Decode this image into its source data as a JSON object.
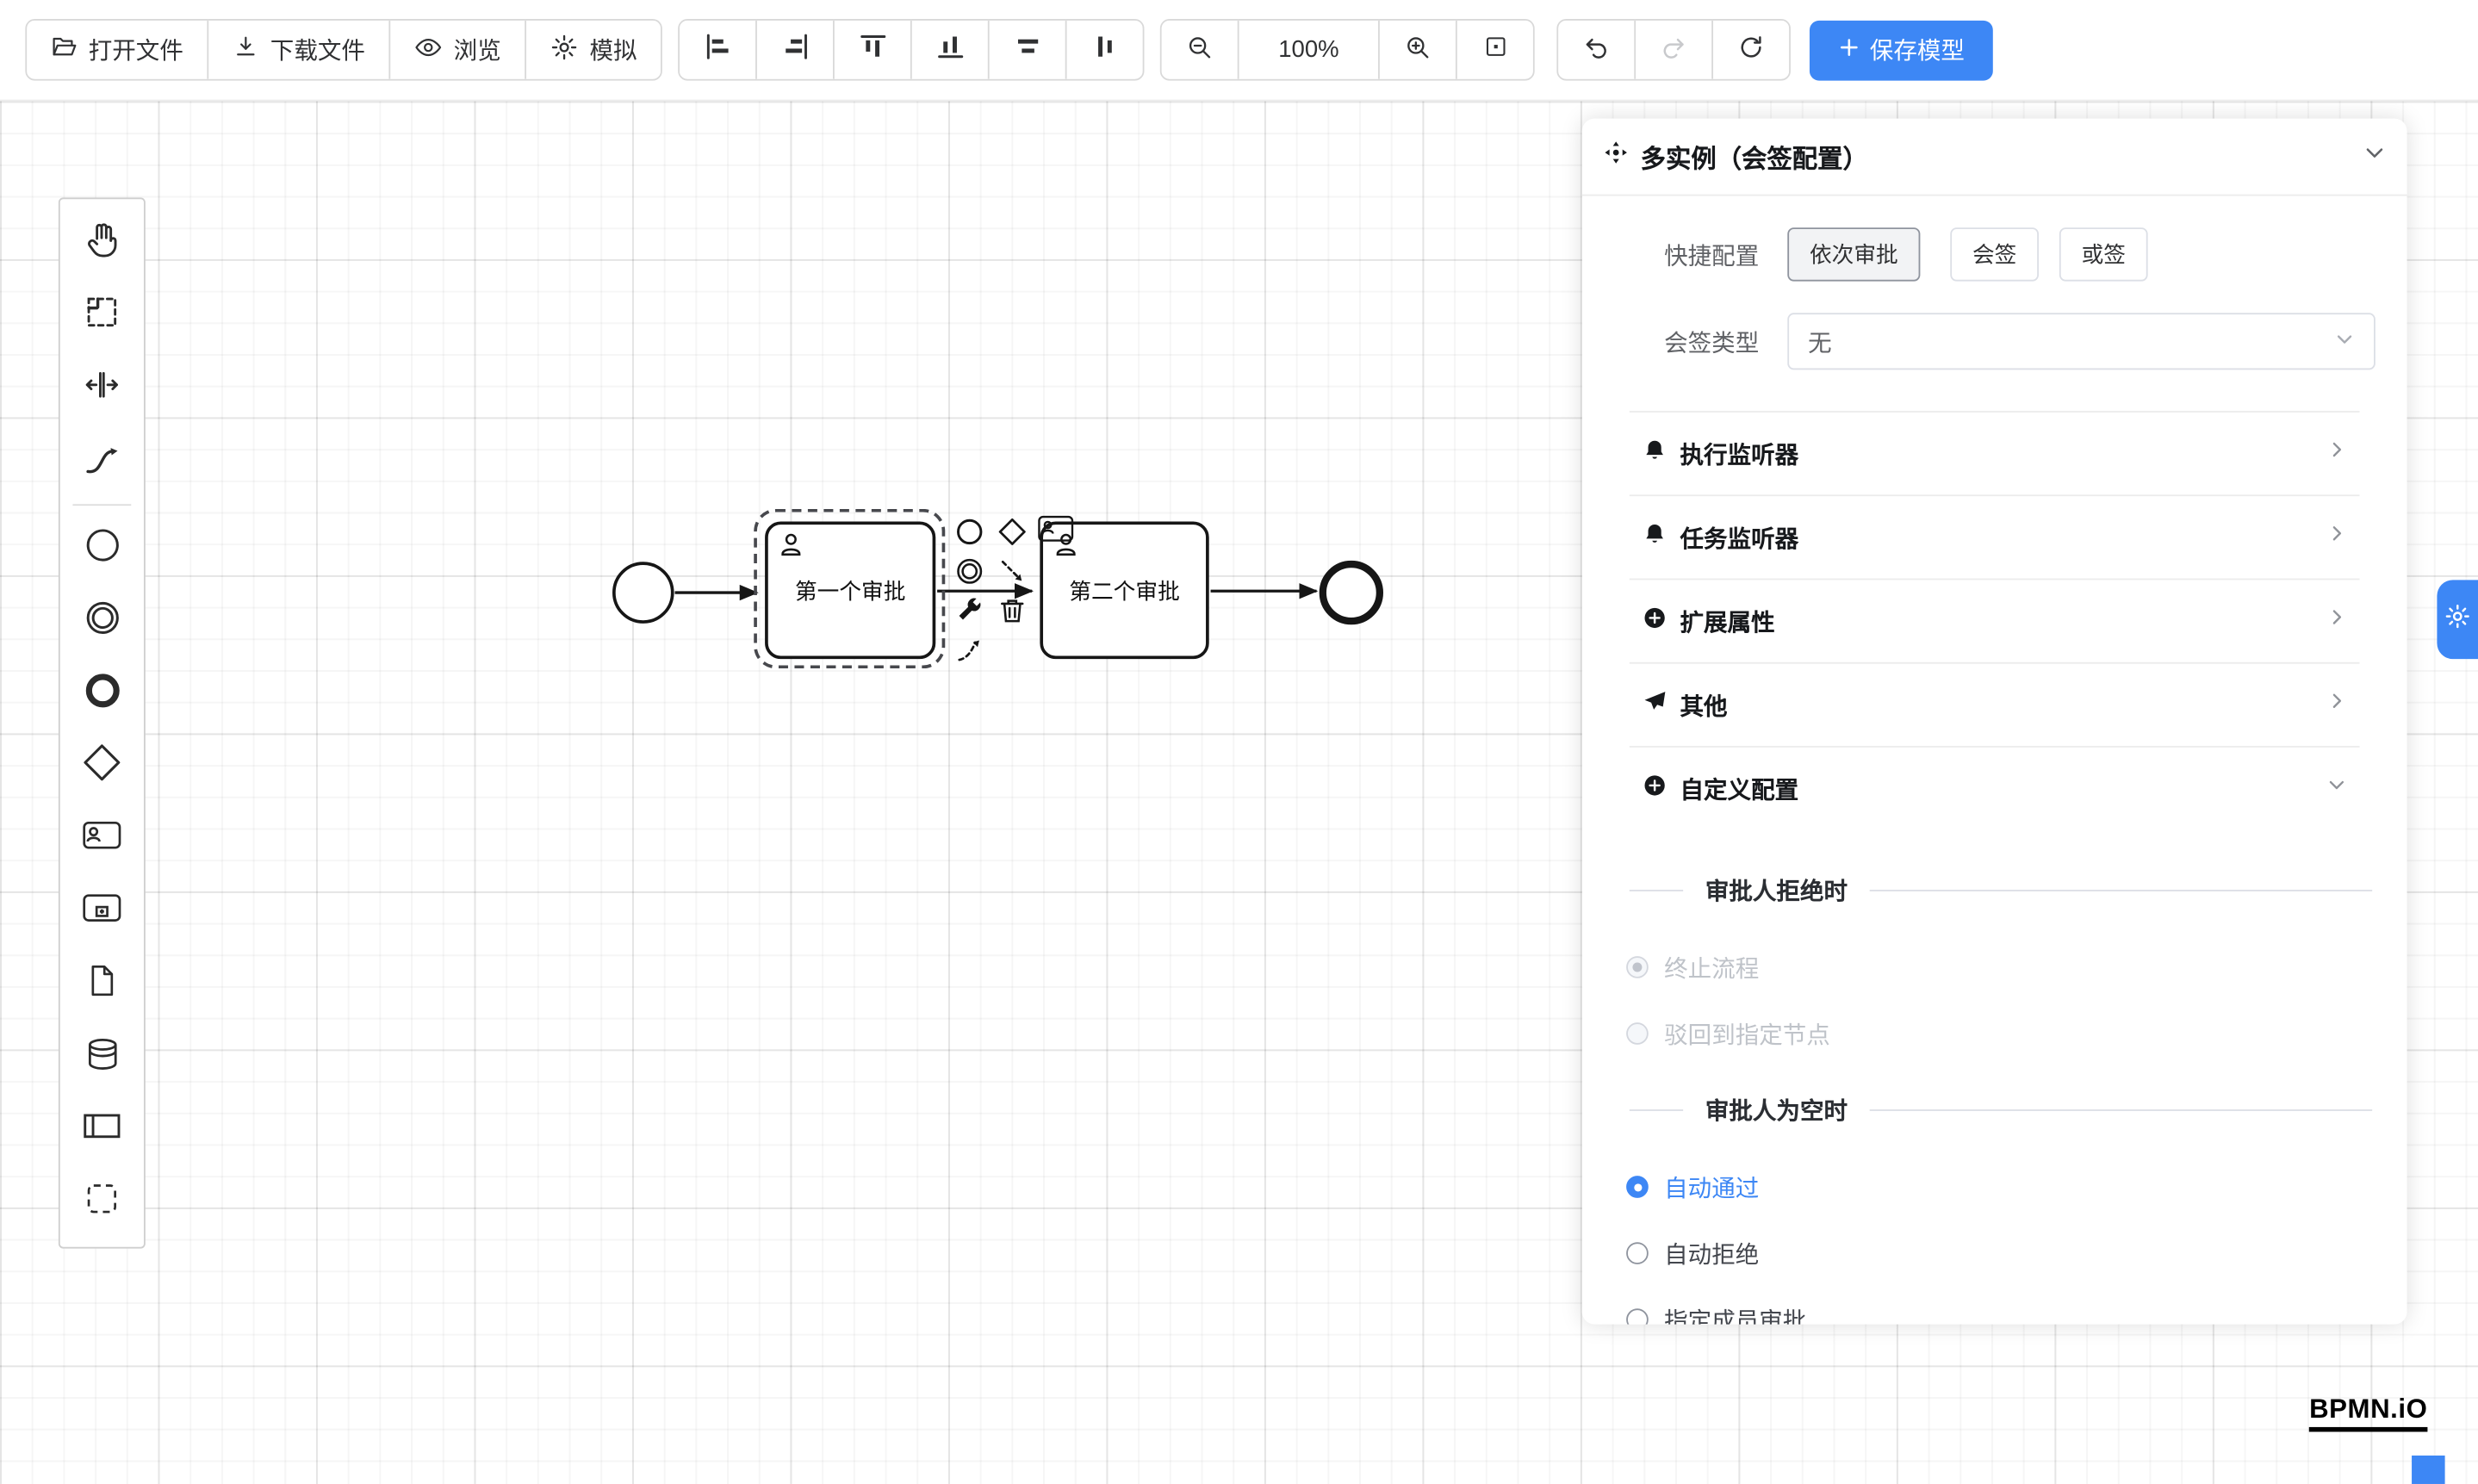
{
  "toolbar": {
    "open": "打开文件",
    "download": "下载文件",
    "preview": "浏览",
    "simulate": "模拟",
    "zoom_level": "100%",
    "save": "保存模型"
  },
  "diagram": {
    "task1": "第一个审批",
    "task2": "第二个审批"
  },
  "panel": {
    "title": "多实例（会签配置）",
    "quick_label": "快捷配置",
    "chips": [
      "依次审批",
      "会签",
      "或签"
    ],
    "type_label": "会签类型",
    "type_value": "无",
    "sections": [
      {
        "label": "执行监听器"
      },
      {
        "label": "任务监听器"
      },
      {
        "label": "扩展属性"
      },
      {
        "label": "其他"
      },
      {
        "label": "自定义配置"
      }
    ],
    "reject_title": "审批人拒绝时",
    "reject_options": [
      {
        "label": "终止流程",
        "state": "checked-disabled"
      },
      {
        "label": "驳回到指定节点",
        "state": "disabled"
      }
    ],
    "empty_title": "审批人为空时",
    "empty_options": [
      {
        "label": "自动通过",
        "state": "checked"
      },
      {
        "label": "自动拒绝",
        "state": "unchecked"
      },
      {
        "label": "指定成员审批",
        "state": "unchecked"
      }
    ]
  },
  "watermark": "BPMN.iO",
  "colors": {
    "accent": "#3D87F5"
  },
  "icons": [
    "folder-open-icon",
    "download-icon",
    "eye-icon",
    "simulate-icon",
    "align-left-icon",
    "align-right-icon",
    "align-top-icon",
    "align-bottom-icon",
    "align-center-horizontal-icon",
    "align-center-vertical-icon",
    "zoom-out-icon",
    "zoom-in-icon",
    "fit-viewport-icon",
    "undo-icon",
    "redo-icon",
    "refresh-icon",
    "plus-icon",
    "hand-tool-icon",
    "lasso-tool-icon",
    "space-tool-icon",
    "global-connect-icon",
    "start-event-icon",
    "intermediate-event-icon",
    "end-event-icon",
    "gateway-icon",
    "user-task-icon",
    "subprocess-icon",
    "data-object-icon",
    "data-store-icon",
    "participant-icon",
    "group-icon",
    "bell-icon",
    "plus-circle-icon",
    "promotion-icon",
    "multi-instance-icon",
    "chevron-down-icon",
    "chevron-right-icon",
    "gear-icon",
    "wrench-icon",
    "trash-icon",
    "person-icon",
    "connect-arrow-icon",
    "text-annotation-icon"
  ]
}
